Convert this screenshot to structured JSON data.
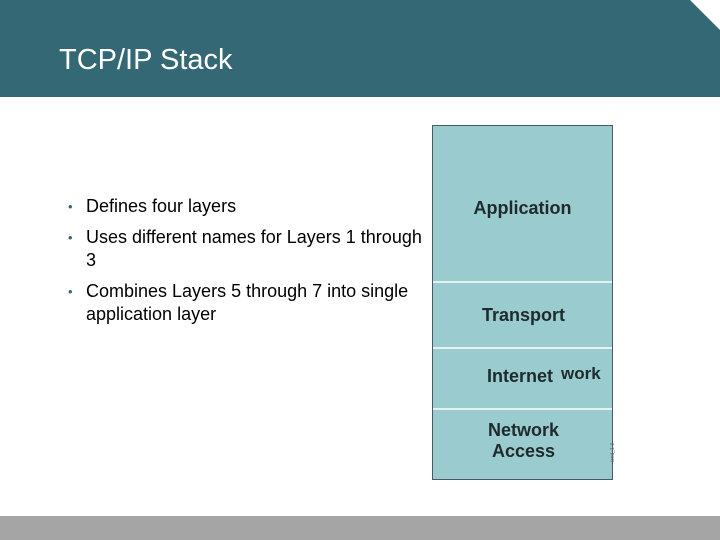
{
  "slide": {
    "title": "TCP/IP Stack",
    "bullets": [
      "Defines four layers",
      "Uses different names for Layers 1 through 3",
      "Combines Layers 5 through 7 into single application layer"
    ]
  },
  "diagram": {
    "layers": [
      {
        "label": "Application"
      },
      {
        "label": "Transport"
      },
      {
        "label": "Internet",
        "suffix": "work"
      },
      {
        "label": "Network\nAccess"
      }
    ],
    "side_caption": "icnd_1-3"
  },
  "colors": {
    "header": "#336874",
    "stack_fill": "#9acbce",
    "footer": "#a5a5a5"
  }
}
